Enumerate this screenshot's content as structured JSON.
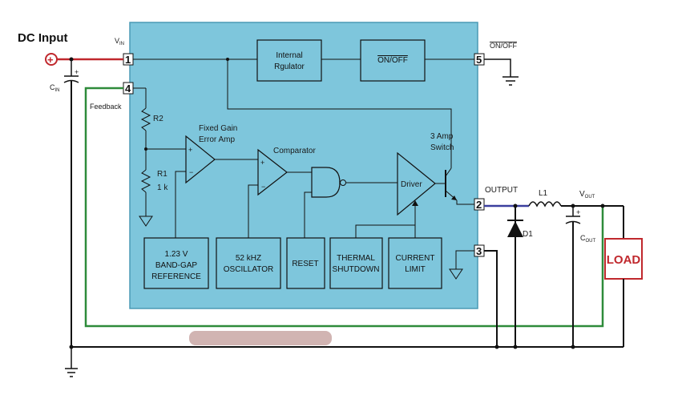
{
  "labels": {
    "dc_input": "DC Input",
    "vin_main": "V",
    "vin_sub": "IN",
    "cin_main": "C",
    "cin_sub": "IN",
    "feedback": "Feedback",
    "r2": "R2",
    "r1_line1": "R1",
    "r1_line2": "1 k",
    "error_amp_line1": "Fixed Gain",
    "error_amp_line2": "Error Amp",
    "comparator": "Comparator",
    "switch_line1": "3 Amp",
    "switch_line2": "Switch",
    "driver": "Driver",
    "output": "OUTPUT",
    "l1": "L1",
    "d1": "D1",
    "vout_main": "V",
    "vout_sub": "OUT",
    "cout_main": "C",
    "cout_sub": "OUT",
    "load": "LOAD",
    "onoff_outside": "ON/OFF"
  },
  "pins": {
    "p1": "1",
    "p2": "2",
    "p3": "3",
    "p4": "4",
    "p5": "5"
  },
  "blocks": {
    "internal_regulator": [
      "Internal",
      "Rgulator"
    ],
    "onoff": "ON/OFF",
    "bandgap": [
      "1.23 V",
      "BAND-GAP",
      "REFERENCE"
    ],
    "oscillator": [
      "52 kHZ",
      "OSCILLATOR"
    ],
    "reset": "RESET",
    "thermal": [
      "THERMAL",
      "SHUTDOWN"
    ],
    "current_limit": [
      "CURRENT",
      "LIMIT"
    ]
  },
  "colors": {
    "chip_fill": "#7ec6dc",
    "input_wire": "#c0282d",
    "feedback_wire": "#2e8b3a",
    "output_wire": "#3b3f9e",
    "load_border": "#c0282d"
  }
}
